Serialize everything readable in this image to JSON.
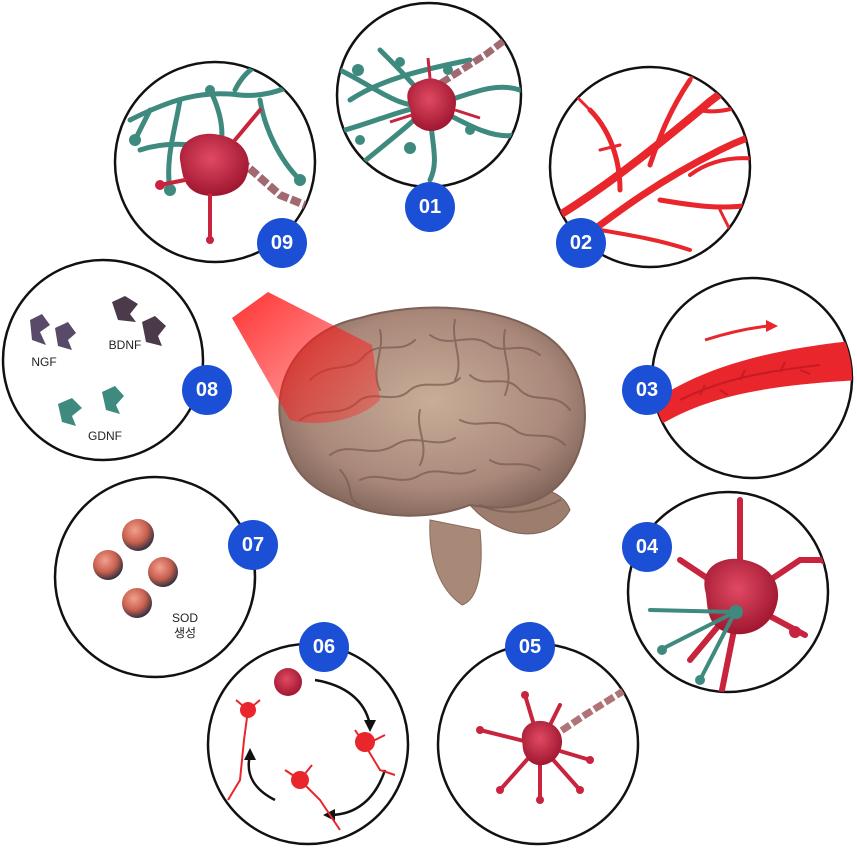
{
  "badges": [
    "01",
    "02",
    "03",
    "04",
    "05",
    "06",
    "07",
    "08",
    "09"
  ],
  "labels": {
    "ngf": "NGF",
    "bdnf": "BDNF",
    "gdnf": "GDNF",
    "sod_line1": "SOD",
    "sod_line2": "생성"
  },
  "colors": {
    "badge": "#1a4fd6",
    "neuron_red": "#c8243e",
    "vessel_red": "#e8262c",
    "glia_teal": "#3f8a7e",
    "brain": "#b89a86",
    "beam": "#ff1010"
  }
}
